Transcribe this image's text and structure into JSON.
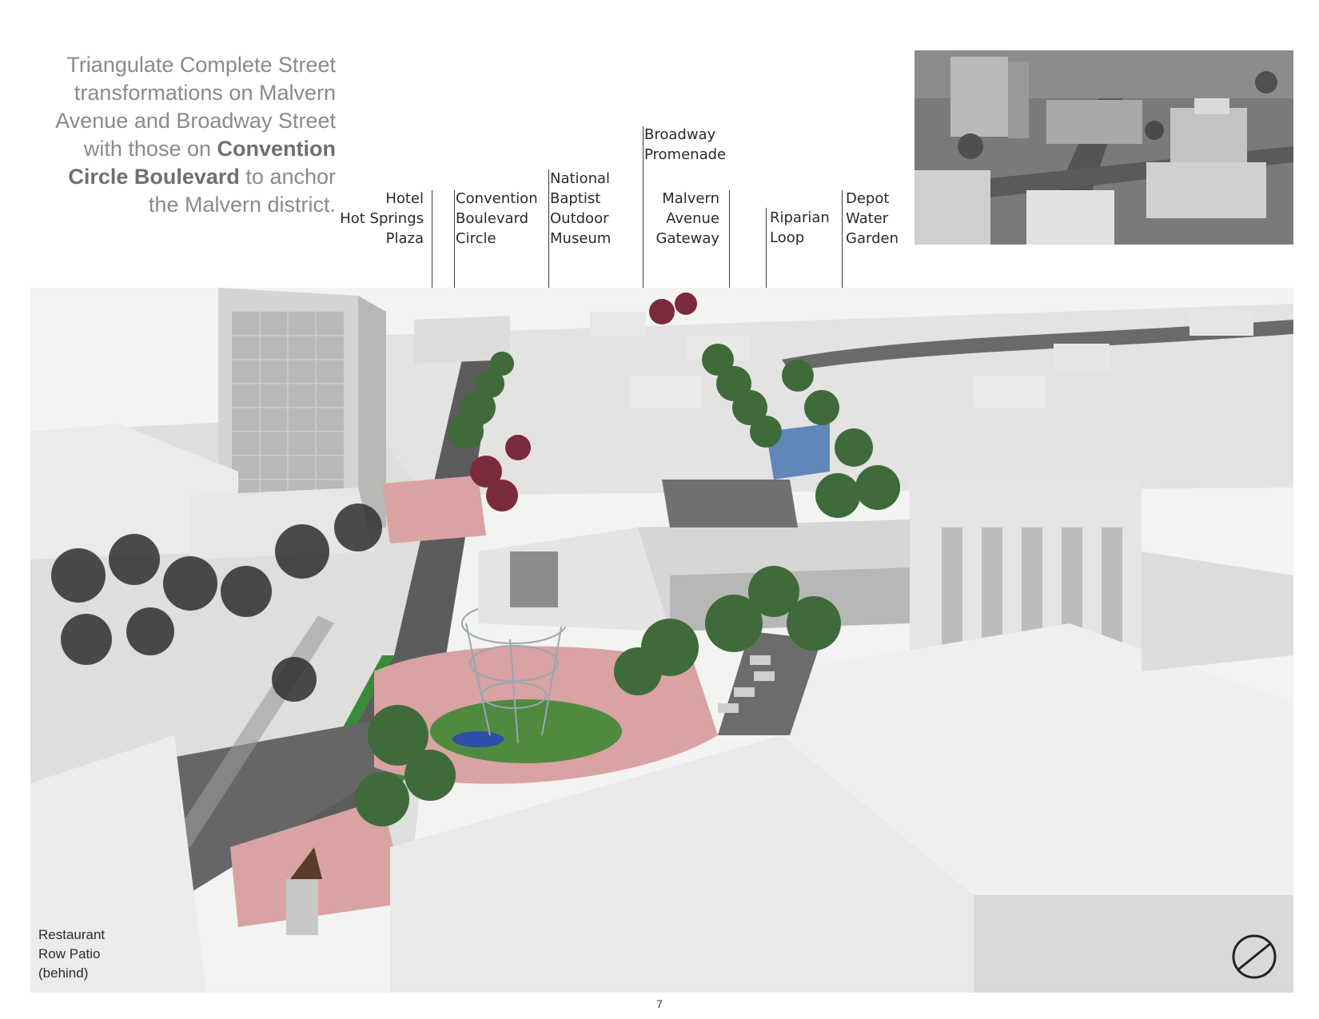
{
  "intro": {
    "part1": "Triangulate Complete Street transformations on Malvern Avenue and Broadway Street with those on ",
    "bold": "Convention Circle Boulevard",
    "part2": " to anchor the Malvern district."
  },
  "callouts": {
    "hotel": "Hotel\nHot Springs\nPlaza",
    "convention": "Convention\nBoulevard\nCircle",
    "museum": "National\nBaptist\nOutdoor\nMuseum",
    "promenade": "Broadway\nPromenade",
    "gateway": "Malvern\nAvenue\nGateway",
    "riparian": "Riparian\nLoop",
    "depot": "Depot\nWater\nGarden"
  },
  "overlay": {
    "restaurant": "Restaurant\nRow Patio\n(behind)"
  },
  "page_number": "7",
  "colors": {
    "plaza": "#d9a3a3",
    "bike_lane": "#3a8a3a",
    "trees": "#3f6a3a",
    "buildings": "#e6e6e4",
    "road": "#5a5a5a"
  },
  "icons": {
    "north": "north-arrow-icon"
  }
}
